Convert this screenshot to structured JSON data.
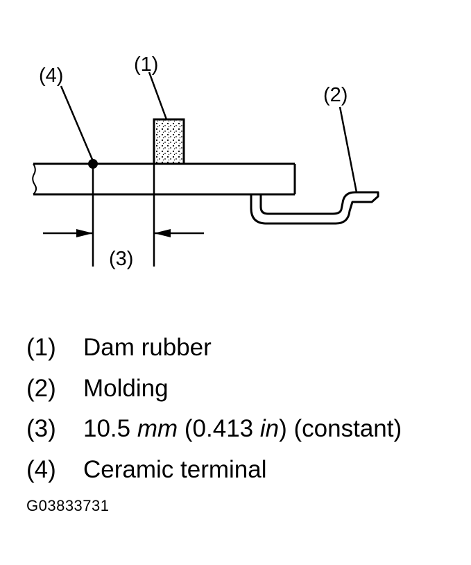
{
  "callouts": {
    "c1": "(1)",
    "c2": "(2)",
    "c3": "(3)",
    "c4": "(4)"
  },
  "legend": [
    {
      "num": "(1)",
      "text": "Dam rubber"
    },
    {
      "num": "(2)",
      "text": "Molding"
    },
    {
      "num": "(3)",
      "value": "10.5",
      "unit": "mm",
      "rest": " (0.413 ",
      "unit2": "in",
      "tail": ") (constant)"
    },
    {
      "num": "(4)",
      "text": "Ceramic terminal"
    }
  ],
  "figure_code": "G03833731"
}
